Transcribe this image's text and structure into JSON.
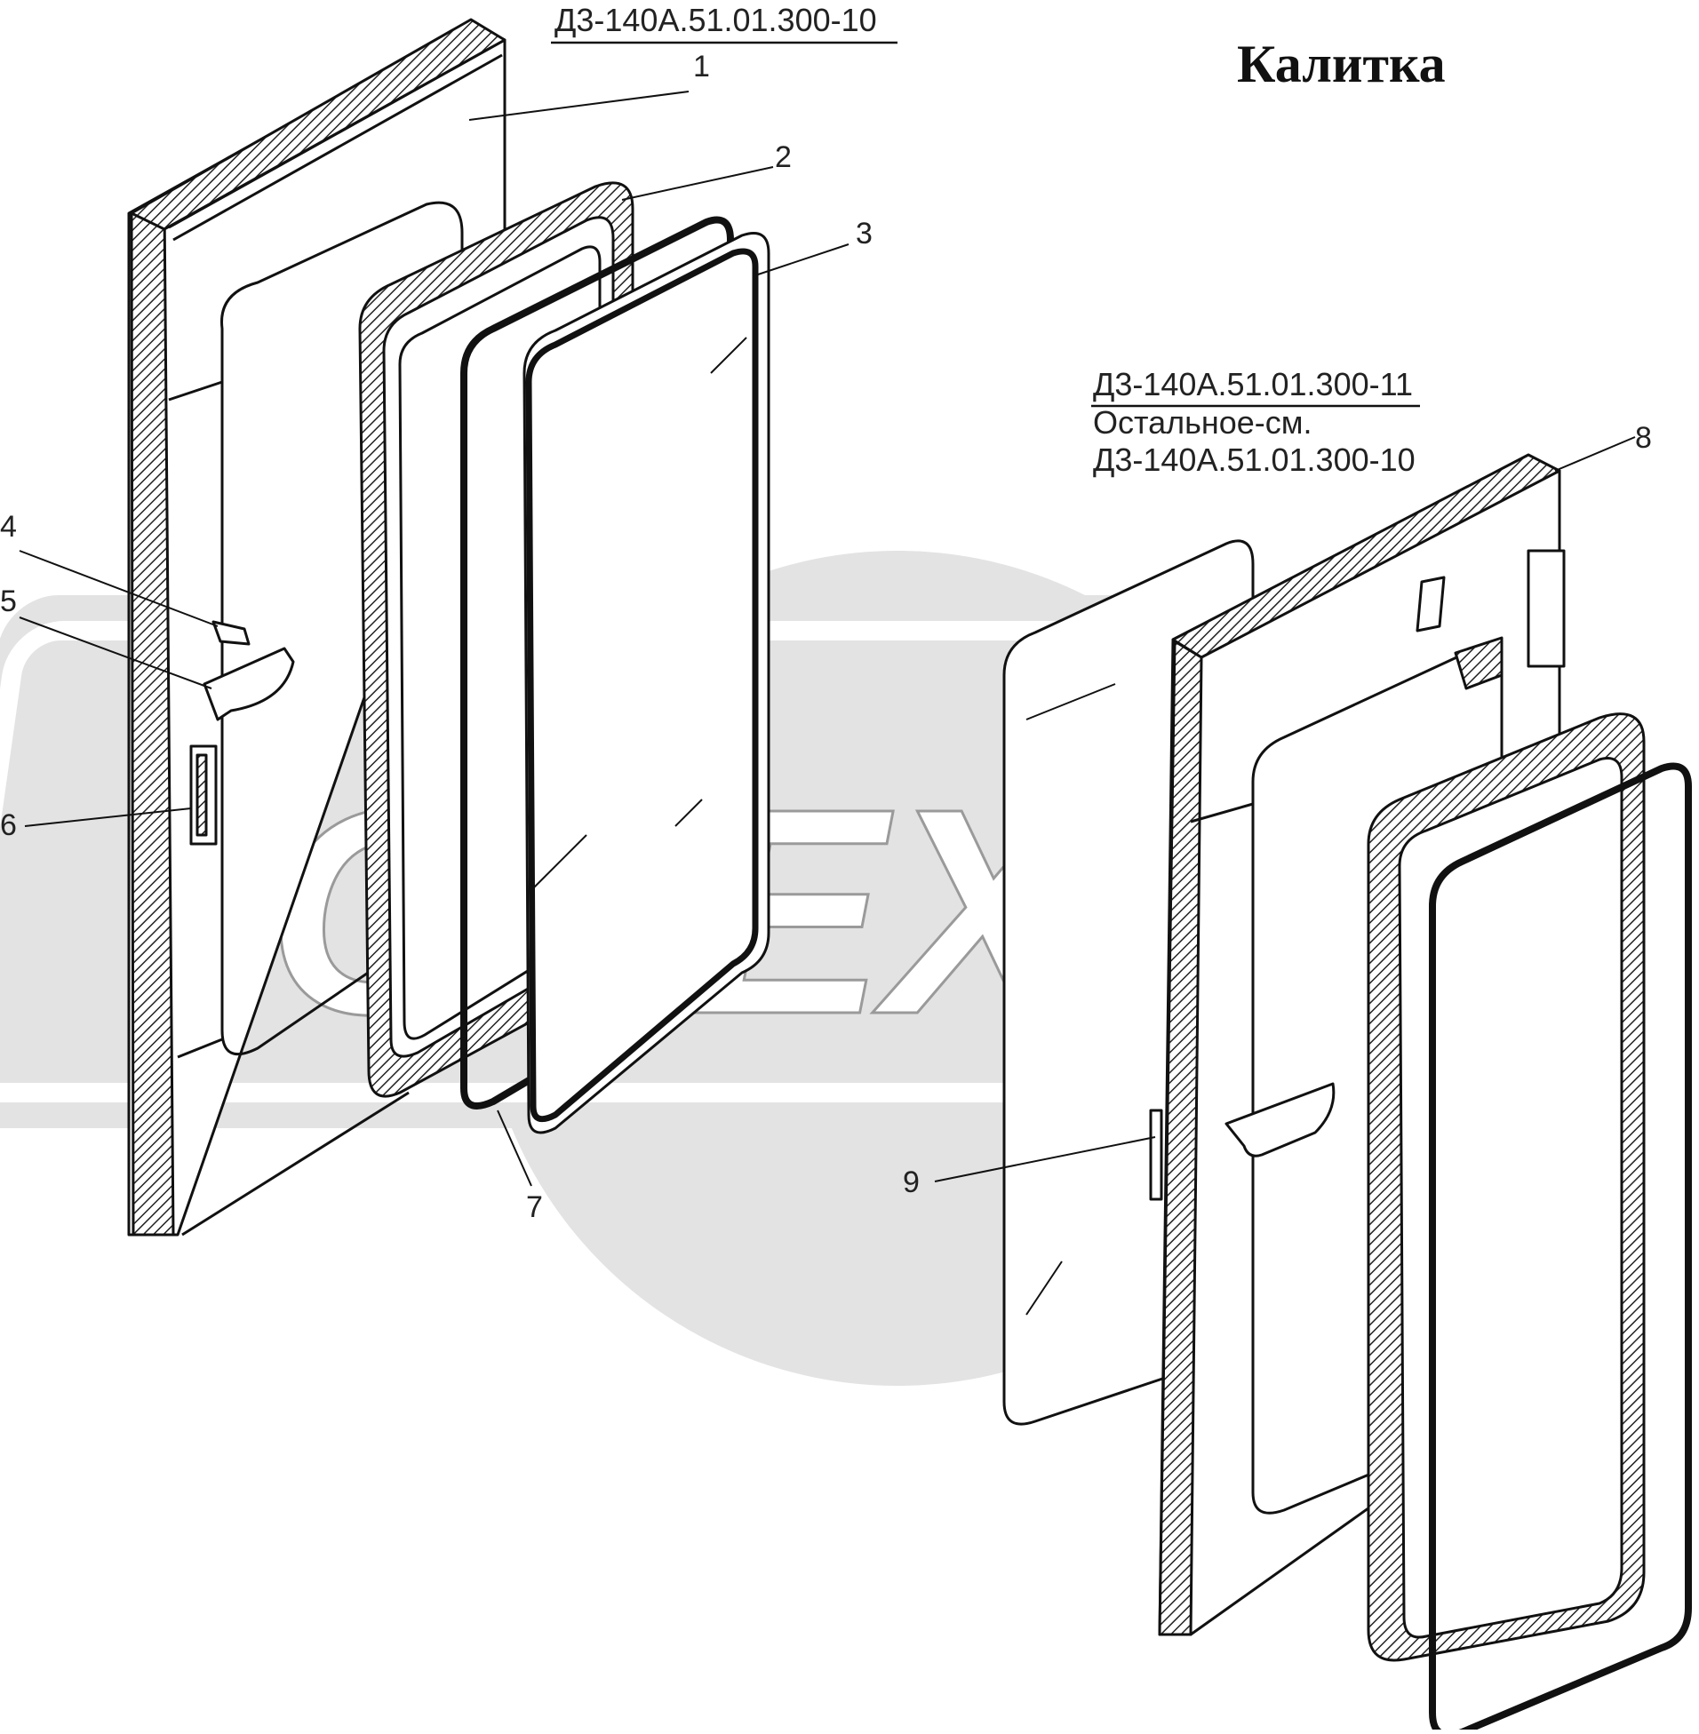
{
  "title": "Калитка",
  "left_assembly": {
    "code": "Д3-140А.51.01.300-10"
  },
  "right_assembly": {
    "code": "Д3-140А.51.01.300-11",
    "note_line1": "Остальное-см.",
    "note_line2": "Д3-140А.51.01.300-10"
  },
  "watermark": "OPEX",
  "callouts": [
    "1",
    "2",
    "3",
    "4",
    "5",
    "6",
    "7",
    "8",
    "9"
  ],
  "colors": {
    "line": "#111111",
    "watermark": "#e0e0e0",
    "background": "#ffffff"
  }
}
